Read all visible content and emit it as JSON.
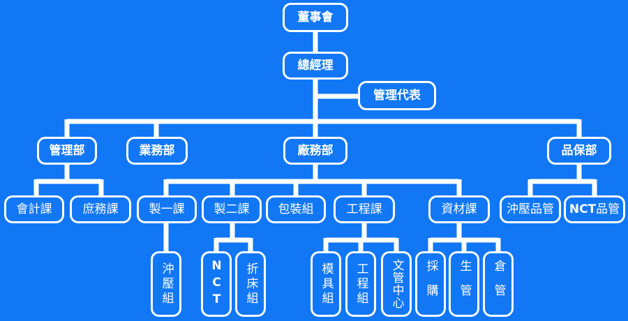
{
  "org": {
    "board": "董事會",
    "gm": "總經理",
    "mgmt_rep": "管理代表",
    "dept_admin": "管理部",
    "dept_sales": "業務部",
    "dept_factory": "廠務部",
    "dept_qa": "品保部",
    "sec_accounting": "會計課",
    "sec_general_affairs": "庶務課",
    "sec_mfg1": "製一課",
    "sec_mfg2": "製二課",
    "grp_packing": "包裝組",
    "sec_engineering": "工程課",
    "sec_materials": "資材課",
    "qa_stamping": "沖壓品管",
    "qa_nct_prefix": "NCT",
    "qa_nct_suffix": "品管",
    "grp_stamping": "沖壓組",
    "grp_nct": "NCT",
    "grp_press_brake": "折床組",
    "grp_mold": "模具組",
    "grp_engineering": "工程組",
    "grp_doc_center": "文管中心",
    "grp_purchasing": "採購",
    "grp_production_control": "生管",
    "grp_warehouse": "倉管"
  },
  "colors": {
    "background": "#1177f5",
    "line": "#ffffff",
    "text": "#ffffff"
  }
}
